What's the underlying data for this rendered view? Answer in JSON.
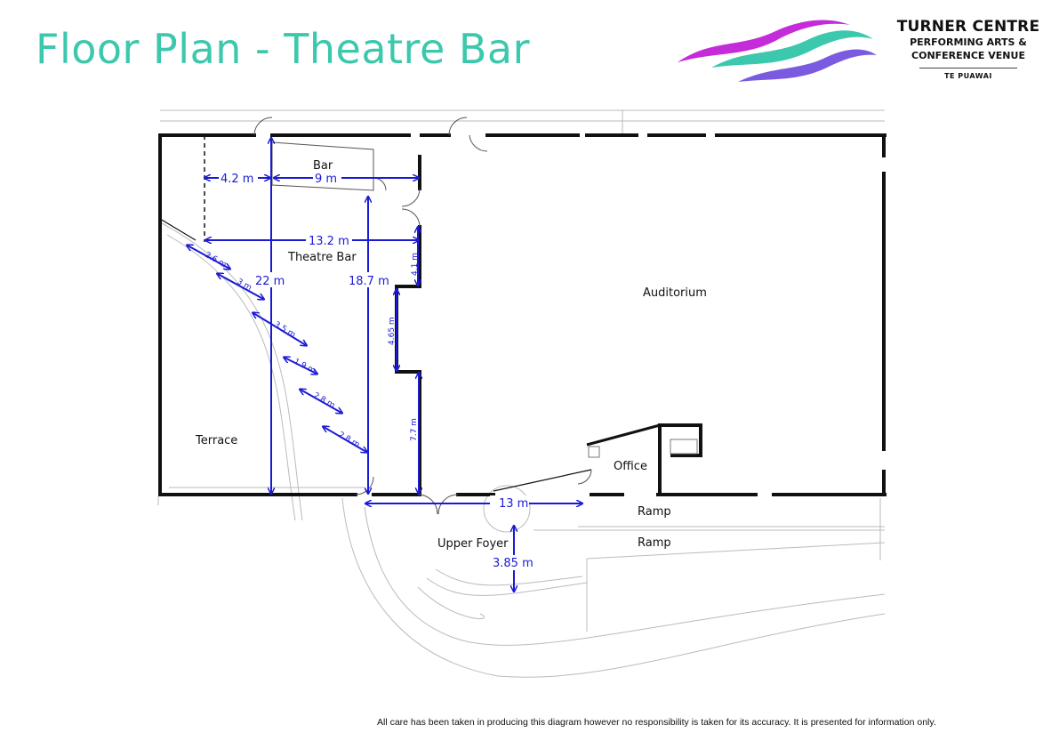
{
  "title": "Floor Plan - Theatre Bar",
  "brand": {
    "name": "TURNER CENTRE",
    "line1": "PERFORMING ARTS &",
    "line2": "CONFERENCE VENUE",
    "tag": "TE PUAWAI"
  },
  "rooms": {
    "bar": "Bar",
    "theatre_bar": "Theatre Bar",
    "auditorium": "Auditorium",
    "terrace": "Terrace",
    "office": "Office",
    "ramp_1": "Ramp",
    "ramp_2": "Ramp",
    "upper_foyer": "Upper Foyer"
  },
  "dimensions": {
    "bar_left": "4.2 m",
    "bar_width": "9 m",
    "theatre_bar_width": "13.2 m",
    "theatre_bar_depth": "22 m",
    "theatre_bar_depth_2": "18.7 m",
    "wall_1": "4.1 m",
    "wall_2": "4.65 m",
    "wall_3": "7.7 m",
    "diag_1": "2.6 m",
    "diag_2": "3 m",
    "diag_3": "3.5 m",
    "diag_4": "1.9 m",
    "diag_5": "2.8 m",
    "diag_6": "2.8 m",
    "foyer_width": "13 m",
    "foyer_depth": "3.85 m"
  },
  "colors": {
    "title": "#3cc8ad",
    "dimension": "#1a1ad6",
    "wall": "#111111",
    "wave_magenta": "#c42bd9",
    "wave_teal": "#3cc8ad",
    "wave_violet": "#7a5be0"
  },
  "disclaimer": "All care has been taken in producing this diagram however no responsibility is taken for its accuracy. It is presented for information only."
}
